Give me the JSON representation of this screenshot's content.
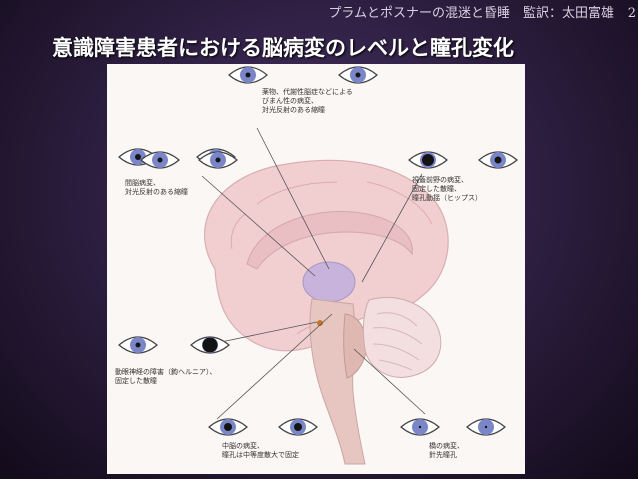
{
  "header": {
    "source": "プラムとポスナーの混迷と昏睡　監訳：太田富雄",
    "page_number": "2"
  },
  "title": "意識障害患者における脳病変のレベルと瞳孔変化",
  "captions": {
    "metabolic": [
      "薬物、代謝性脳症などによる",
      "びまん性の病変、",
      "対光反射のある縮瞳"
    ],
    "diencephalon": [
      "間脳病変、",
      "対光反射のある縮瞳"
    ],
    "tectal": [
      "視蓋前野の病変、",
      "固定した散瞳、",
      "瞳孔動揺（ヒップス）"
    ],
    "oculomotor": [
      "動眼神経の障害（鉤ヘルニア）、",
      "固定した散瞳"
    ],
    "midbrain": [
      "中脳の病変、",
      "瞳孔は中等度散大で固定"
    ],
    "pons": [
      "橋の病変、",
      "針先瞳孔"
    ]
  },
  "colors": {
    "iris": "#7a86c8",
    "pupil": "#141414",
    "brain": "#f1cfd0",
    "thalamus": "#c7b3dc",
    "background": "#fbf7f4"
  }
}
